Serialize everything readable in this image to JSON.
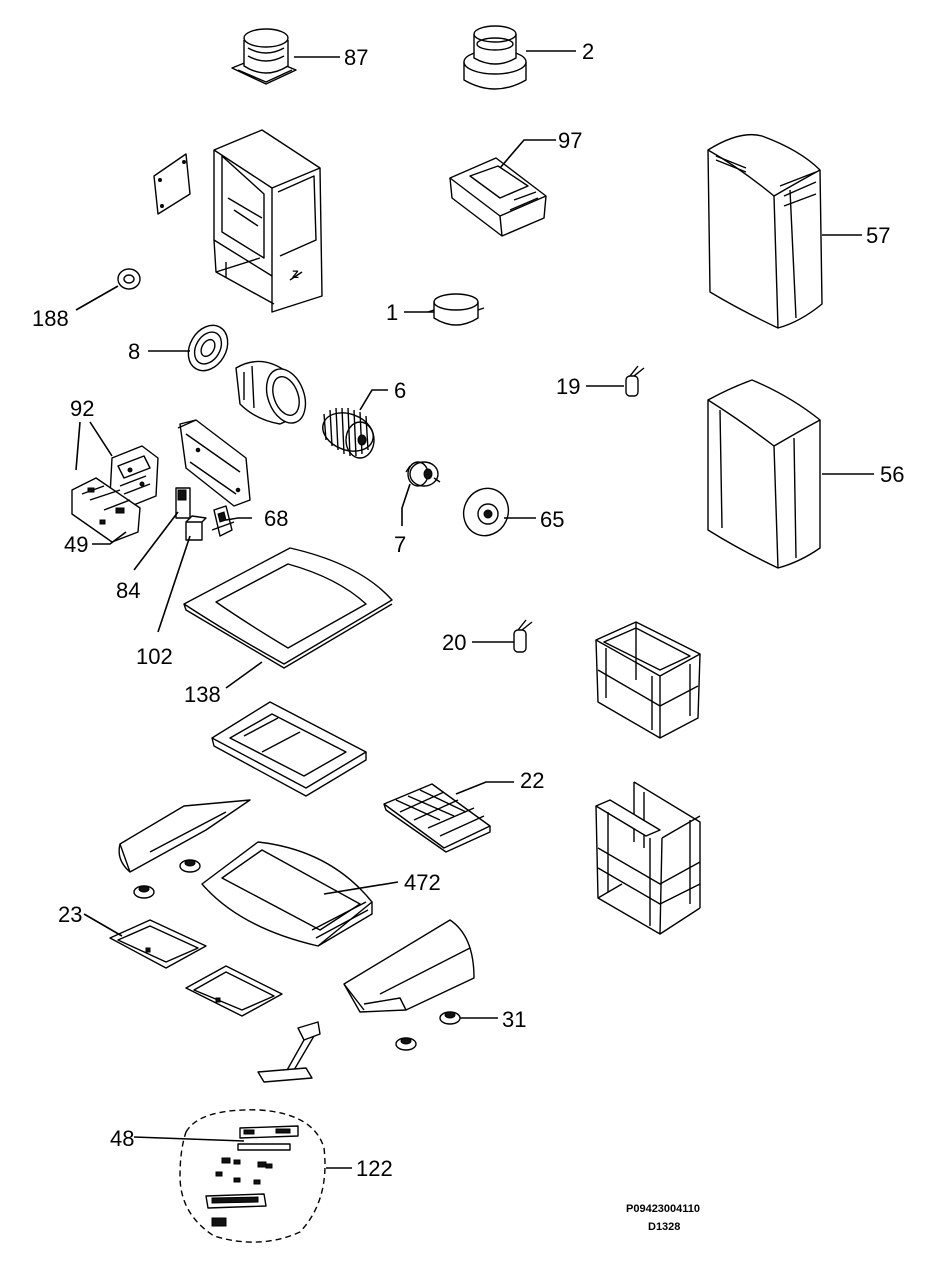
{
  "labels": {
    "l87": "87",
    "l2": "2",
    "l97": "97",
    "l57": "57",
    "l188": "188",
    "l1": "1",
    "l8": "8",
    "l6": "6",
    "l19": "19",
    "l92": "92",
    "l56": "56",
    "l68": "68",
    "l49": "49",
    "l65": "65",
    "l7": "7",
    "l84": "84",
    "l102": "102",
    "l20": "20",
    "l138": "138",
    "l22": "22",
    "l472": "472",
    "l23": "23",
    "l31": "31",
    "l48": "48",
    "l122": "122"
  },
  "codes": {
    "part_code": "P09423004110",
    "drawing_code": "D1328"
  }
}
